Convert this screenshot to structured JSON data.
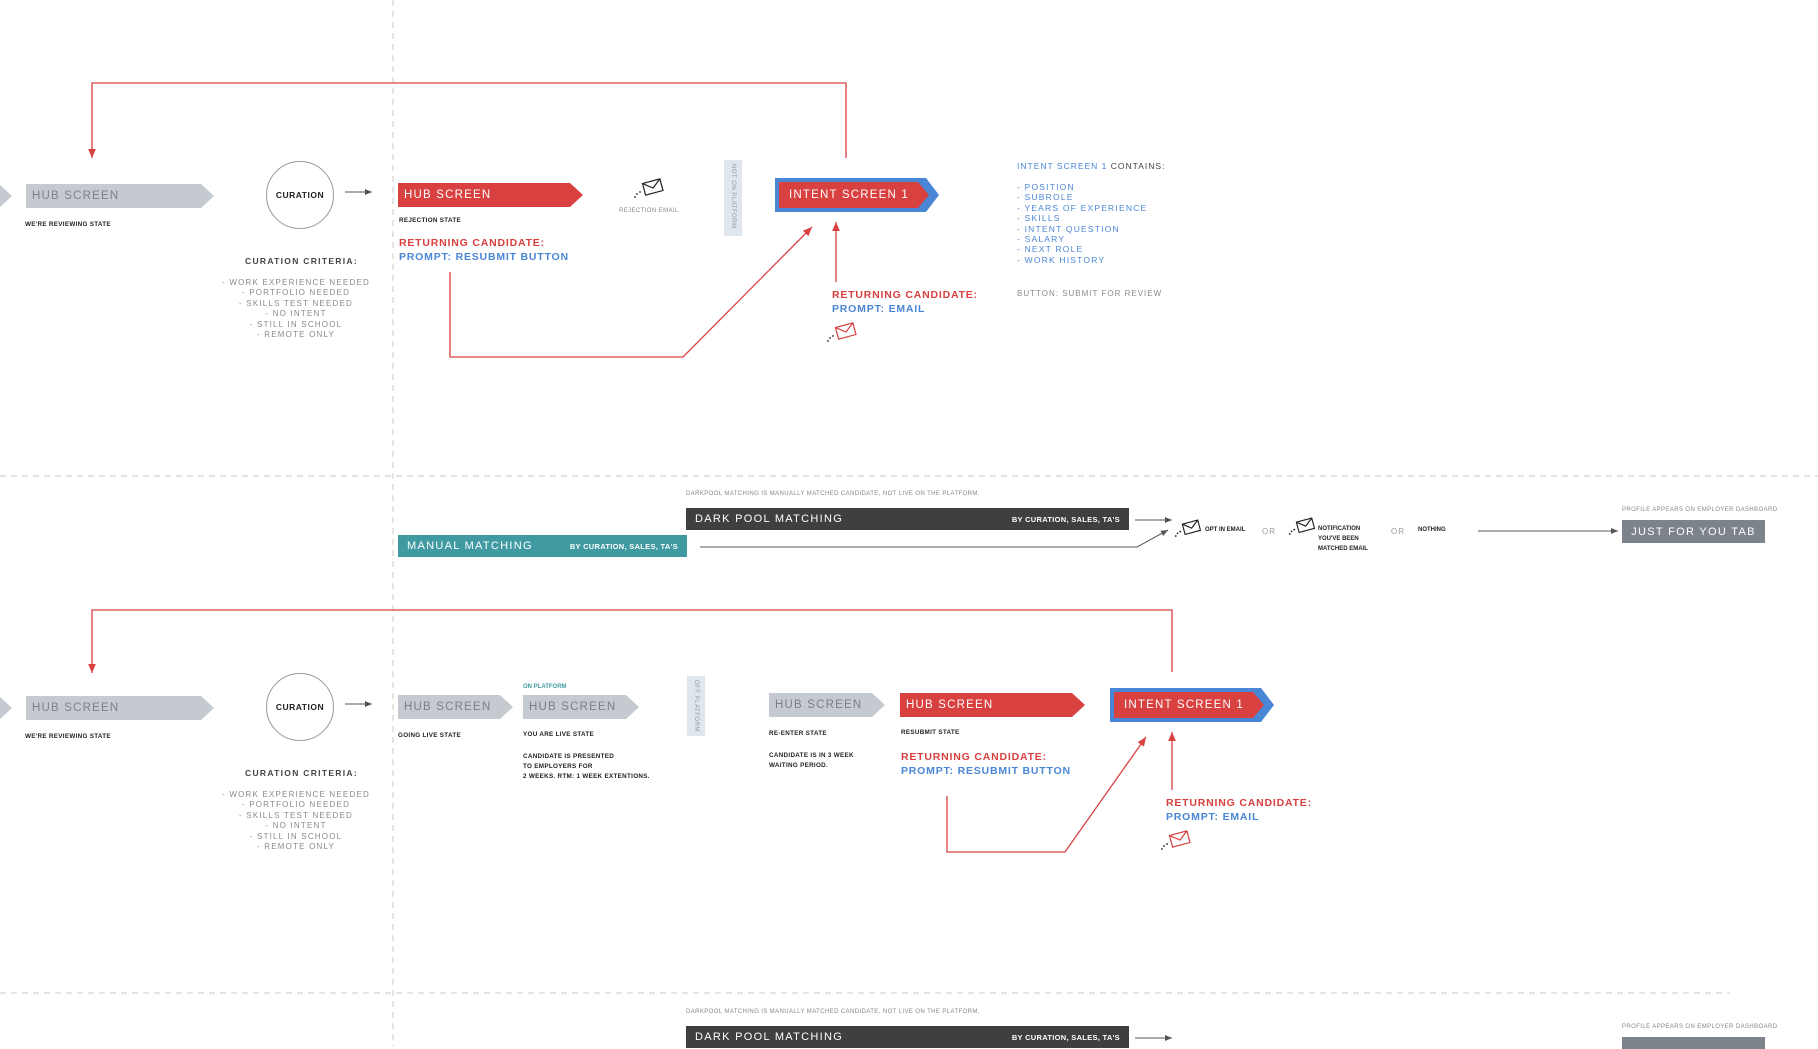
{
  "section1": {
    "hub_screen_left": "HUB SCREEN",
    "reviewing_state": "WE'RE REVIEWING STATE",
    "curation": "CURATION",
    "curation_criteria_title": "CURATION CRITERIA:",
    "curation_criteria": [
      "- WORK EXPERIENCE NEEDED",
      "- PORTFOLIO NEEDED",
      "- SKILLS TEST NEEDED",
      "- NO INTENT",
      "- STILL IN SCHOOL",
      "- REMOTE ONLY"
    ],
    "hub_screen_red": "HUB SCREEN",
    "rejection_state": "REJECTION STATE",
    "returning_candidate": "RETURNING CANDIDATE:",
    "prompt_resubmit": "PROMPT: RESUBMIT BUTTON",
    "rejection_email": "REJECTION EMAIL",
    "not_on_platform": "NOT ON PLATFORM",
    "intent_screen": "INTENT SCREEN 1",
    "returning_candidate_2": "RETURNING CANDIDATE:",
    "prompt_email": "PROMPT: EMAIL",
    "contains_prefix": "INTENT SCREEN 1",
    "contains_suffix": " CONTAINS:",
    "contains_list": [
      "- POSITION",
      "- SUBROLE",
      "- YEARS OF EXPERIENCE",
      "- SKILLS",
      "- INTENT QUESTION",
      "- SALARY",
      "- NEXT ROLE",
      "- WORK HISTORY"
    ],
    "button_submit": "BUTTON: SUBMIT FOR REVIEW"
  },
  "matching1": {
    "darkpool_note": "DARKPOOL MATCHING IS MANUALLY MATCHED CANDIDATE, NOT LIVE ON THE PLATFORM.",
    "dark_pool": "DARK POOL MATCHING",
    "dark_pool_by": "BY CURATION, SALES, TA'S",
    "manual": "MANUAL MATCHING",
    "manual_by": "BY CURATION, SALES, TA'S",
    "opt_in_email": "OPT IN EMAIL",
    "or1": "OR",
    "notification_l1": "NOTIFICATION",
    "notification_l2": "YOU'VE BEEN",
    "notification_l3": "MATCHED EMAIL",
    "or2": "OR",
    "nothing": "NOTHING",
    "profile_appears": "PROFILE APPEARS ON EMPLOYER DASHBOARD",
    "just_for_you": "JUST FOR YOU TAB"
  },
  "section2": {
    "hub_screen_left": "HUB SCREEN",
    "reviewing_state": "WE'RE REVIEWING STATE",
    "curation": "CURATION",
    "curation_criteria_title": "CURATION CRITERIA:",
    "curation_criteria": [
      "- WORK EXPERIENCE NEEDED",
      "- PORTFOLIO NEEDED",
      "- SKILLS TEST NEEDED",
      "- NO INTENT",
      "- STILL IN SCHOOL",
      "- REMOTE ONLY"
    ],
    "hub_going_live": "HUB SCREEN",
    "going_live_state": "GOING LIVE STATE",
    "on_platform": "ON PLATFORM",
    "hub_live": "HUB SCREEN",
    "live_state": "YOU ARE LIVE STATE",
    "presented_1": "CANDIDATE IS PRESENTED",
    "presented_2": "TO EMPLOYERS FOR",
    "presented_3": "2 WEEKS. RTM: 1 WEEK EXTENTIONS.",
    "off_platform": "OFF PLATFORM",
    "hub_reenter": "HUB SCREEN",
    "reenter_state": "RE-ENTER STATE",
    "waiting_1": "CANDIDATE IS IN 3 WEEK",
    "waiting_2": "WAITING PERIOD.",
    "hub_resubmit": "HUB SCREEN",
    "resubmit_state": "RESUBMIT STATE",
    "returning_candidate": "RETURNING CANDIDATE:",
    "prompt_resubmit": "PROMPT: RESUBMIT BUTTON",
    "intent_screen": "INTENT SCREEN 1",
    "returning_candidate_2": "RETURNING CANDIDATE:",
    "prompt_email": "PROMPT: EMAIL"
  },
  "matching2": {
    "darkpool_note": "DARKPOOL MATCHING IS MANUALLY MATCHED CANDIDATE, NOT LIVE ON THE PLATFORM.",
    "dark_pool": "DARK POOL MATCHING",
    "dark_pool_by": "BY CURATION, SALES, TA'S",
    "profile_appears": "PROFILE APPEARS ON EMPLOYER DASHBOARD"
  },
  "colors": {
    "red": "#d94040",
    "blue": "#4a86d6",
    "gray": "#c5cad1",
    "teal": "#3f9aa1",
    "dark": "#3f3f3f"
  }
}
